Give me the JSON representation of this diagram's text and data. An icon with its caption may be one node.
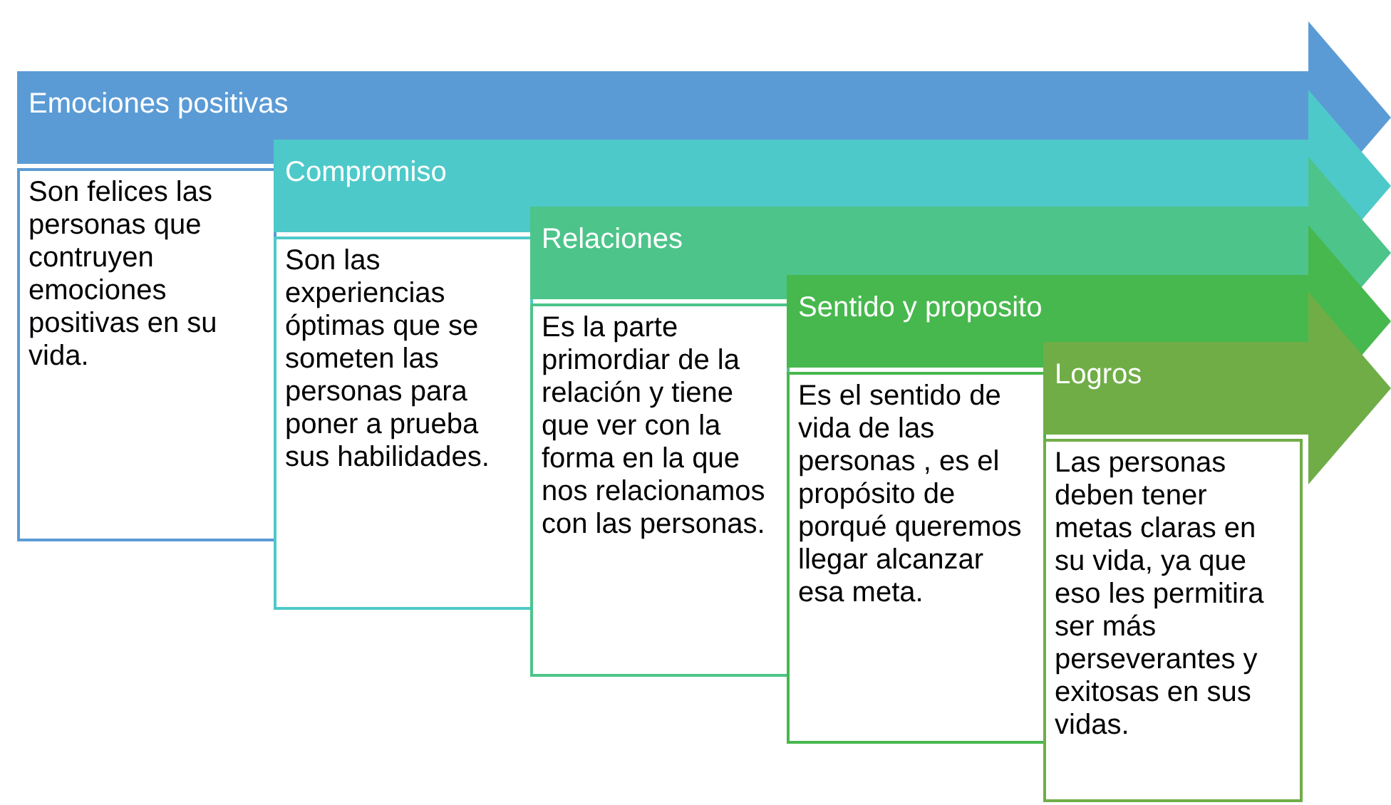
{
  "diagram": {
    "nodes": [
      {
        "text": [
          "Emociones positivas"
        ]
      },
      {
        "text": [
          "Son felices las personas que contruyen emociones positivas en su vida."
        ]
      },
      {
        "text": [
          "Compromiso"
        ]
      },
      {
        "text": [
          "Son las experiencias óptimas que se someten las personas para poner a prueba sus habilidades."
        ]
      },
      {
        "text": [
          "Relaciones"
        ]
      },
      {
        "text": [
          "Es la parte primordiar de la relación y tiene que ver con la forma en la que nos relacionamos con las personas."
        ]
      },
      {
        "text": [
          "Sentido y proposito"
        ]
      },
      {
        "text": [
          "Es el sentido de vida de las personas , es el propósito de porqué queremos llegar alcanzar esa meta."
        ]
      },
      {
        "text": [
          "Logros"
        ]
      },
      {
        "text": [
          "Las personas deben tener metas claras en su vida, ya que eso les permitira ser más perseverantes y exitosas en sus vidas."
        ]
      }
    ]
  }
}
